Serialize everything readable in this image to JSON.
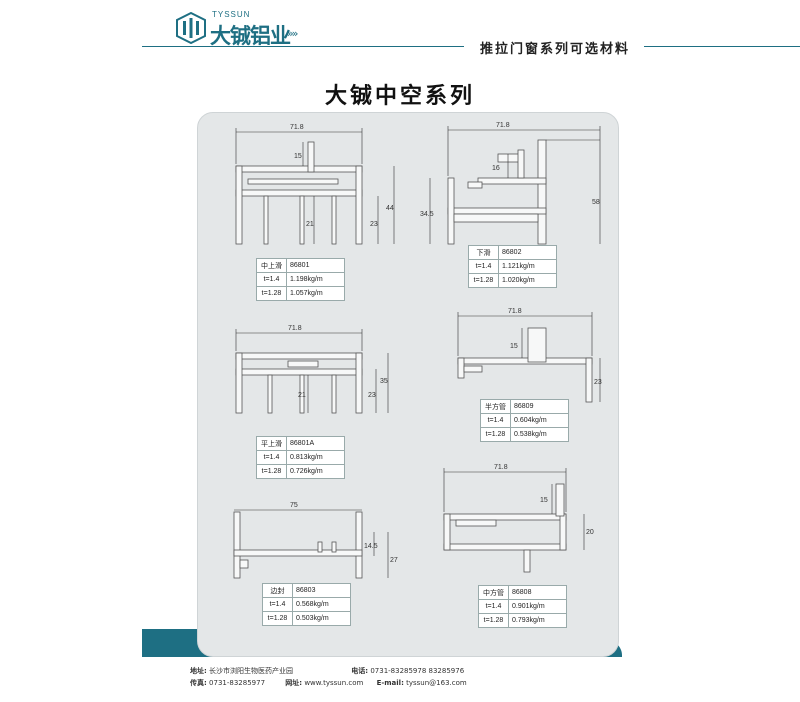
{
  "header": {
    "brand_en": "TYSSUN",
    "brand_cn": "大铖铝业",
    "arrows": "»»",
    "category": "推拉门窗系列可选材料"
  },
  "title": "大铖中空系列",
  "profiles": [
    {
      "name": "中上滑",
      "code": "86801",
      "t14_label": "t=1.4",
      "t14": "1.198kg/m",
      "t12_label": "t=1.28",
      "t12": "1.057kg/m",
      "dims": {
        "w": "71.8",
        "a": "15",
        "b": "21",
        "c": "23",
        "d": "44"
      }
    },
    {
      "name": "下滑",
      "code": "86802",
      "t14_label": "t=1.4",
      "t14": "1.121kg/m",
      "t12_label": "t=1.28",
      "t12": "1.020kg/m",
      "dims": {
        "w": "71.8",
        "a": "16",
        "b": "34.5",
        "c": "58"
      }
    },
    {
      "name": "平上滑",
      "code": "86801A",
      "t14_label": "t=1.4",
      "t14": "0.813kg/m",
      "t12_label": "t=1.28",
      "t12": "0.726kg/m",
      "dims": {
        "w": "71.8",
        "a": "21",
        "b": "23",
        "c": "35"
      }
    },
    {
      "name": "半方管",
      "code": "86809",
      "t14_label": "t=1.4",
      "t14": "0.604kg/m",
      "t12_label": "t=1.28",
      "t12": "0.538kg/m",
      "dims": {
        "w": "71.8",
        "a": "15",
        "b": "23"
      }
    },
    {
      "name": "边封",
      "code": "86803",
      "t14_label": "t=1.4",
      "t14": "0.568kg/m",
      "t12_label": "t=1.28",
      "t12": "0.503kg/m",
      "dims": {
        "w": "75",
        "a": "14.5",
        "b": "27"
      }
    },
    {
      "name": "中方管",
      "code": "86808",
      "t14_label": "t=1.4",
      "t14": "0.901kg/m",
      "t12_label": "t=1.28",
      "t12": "0.793kg/m",
      "dims": {
        "w": "71.8",
        "a": "15",
        "b": "20"
      }
    }
  ],
  "footer": {
    "addr_label": "地址:",
    "addr": "长沙市浏阳生物医药产业园",
    "tel_label": "电话:",
    "tel": "0731-83285978  83285976",
    "fax_label": "传真:",
    "fax": "0731-83285977",
    "web_label": "网址:",
    "web": "www.tyssun.com",
    "mail_label": "E-mail:",
    "mail": "tyssun@163.com"
  },
  "colors": {
    "brand": "#1e6f83",
    "panel": "#e4e7e8"
  }
}
